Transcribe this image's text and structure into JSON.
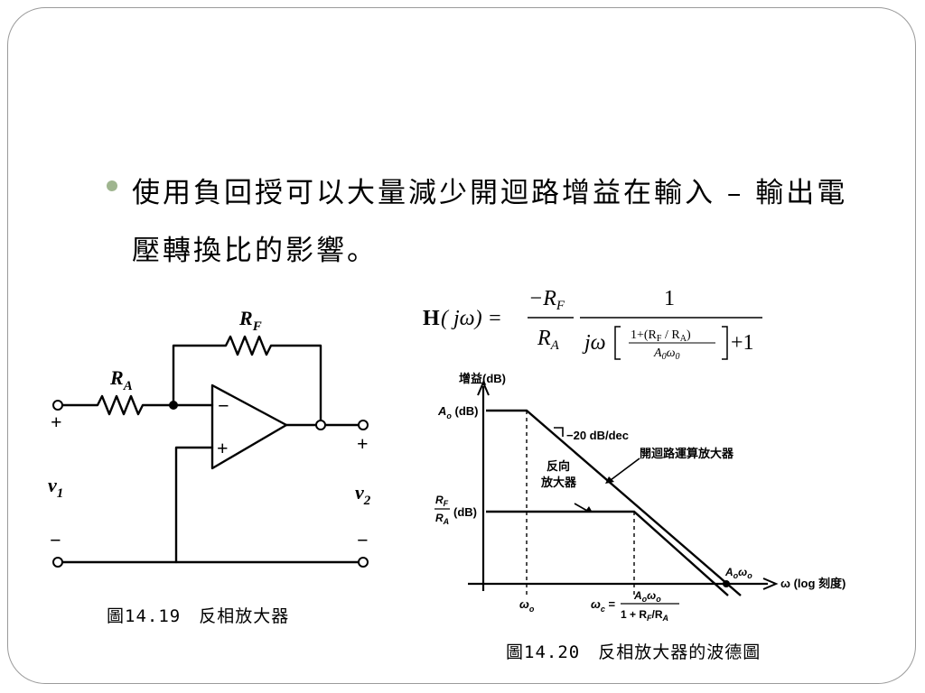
{
  "bullet_text": "使用負回授可以大量減少開迴路增益在輸入 – 輸出電壓轉換比的影響。",
  "circuit": {
    "rf": "R",
    "rf_sub": "F",
    "ra": "R",
    "ra_sub": "A",
    "minus_sign": "−",
    "plus_sign": "+",
    "v1": "v",
    "v1_sub": "1",
    "v2": "v",
    "v2_sub": "2",
    "in_plus": "+",
    "in_minus": "−",
    "out_plus": "+",
    "out_minus": "−"
  },
  "caption_1419": "圖14.19　反相放大器",
  "formula": {
    "lhs_H": "H",
    "lhs_arg": "( jω) =",
    "num1": "−R",
    "num1_sub": "F",
    "den1": "R",
    "den1_sub": "A",
    "num2": "1",
    "den2_prefix": "jω",
    "inner_num": "1+(R",
    "inner_num_sub1": "F",
    "inner_num_mid": " / R",
    "inner_num_sub2": "A",
    "inner_num_end": ")",
    "inner_den": "A",
    "inner_den_sub1": "0",
    "inner_den_mid": "ω",
    "inner_den_sub2": "0",
    "den2_suffix": "+1"
  },
  "bode": {
    "y_axis_label": "增益(dB)",
    "ao_label": "A",
    "ao_sub": "o",
    "ao_suffix": " (dB)",
    "rf_over_ra_num": "R",
    "rf_over_ra_num_sub": "F",
    "rf_over_ra_den": "R",
    "rf_over_ra_den_sub": "A",
    "rf_ra_suffix": "(dB)",
    "slope_label": "−20 dB/dec",
    "open_loop_label": "開迴路運算放大器",
    "inverting_line1": "反向",
    "inverting_line2": "放大器",
    "x_axis_label": "ω (log 刻度)",
    "wo_label": "ω",
    "wo_sub": "o",
    "wc_lhs": "ω",
    "wc_lhs_sub": "c",
    "wc_eq": " =",
    "wc_num": "A",
    "wc_num_sub1": "o",
    "wc_num_mid": "ω",
    "wc_num_sub2": "o",
    "wc_den": "1 + R",
    "wc_den_sub1": "F",
    "wc_den_mid": "/R",
    "wc_den_sub2": "A",
    "aowo_label": "A",
    "aowo_sub1": "o",
    "aowo_mid": "ω",
    "aowo_sub2": "o"
  },
  "caption_1420": "圖14.20　反相放大器的波德圖"
}
